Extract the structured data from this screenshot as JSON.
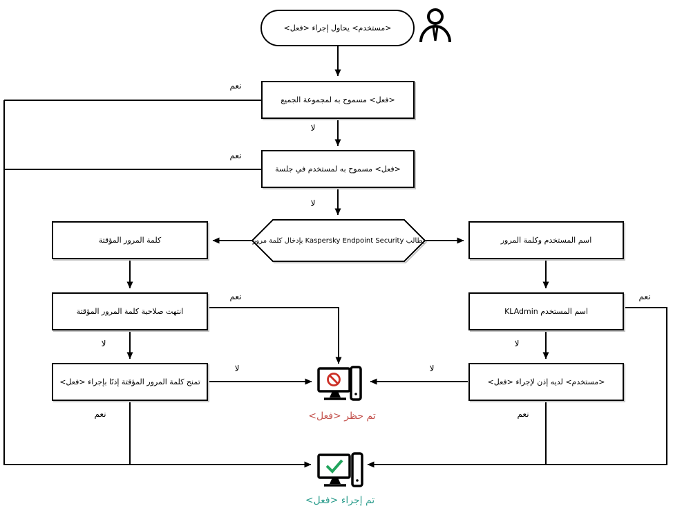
{
  "diagram": {
    "type": "flowchart",
    "language": "ar",
    "direction": "rtl"
  },
  "nodes": {
    "start": "<مستخدم> يحاول إجراء <فعل>",
    "allowed_for_everyone": "<فعل> مسموح به لمجموعة الجميع",
    "allowed_in_session": "<فعل> مسموح به لمستخدم في جلسة",
    "password_prompt": "يطالب Kaspersky Endpoint Security بإدخال كلمة مرور",
    "temp_password": "كلمة المرور المؤقتة",
    "username_password": "اسم المستخدم وكلمة المرور",
    "temp_password_expired": "انتهت صلاحية كلمة المرور المؤقتة",
    "username_kladmin": "اسم المستخدم KLAdmin",
    "temp_password_grants": "تمنح كلمة المرور المؤقتة إذنًا بإجراء <فعل>",
    "user_has_permission": "<مستخدم> لديه إذن لإجراء <فعل>"
  },
  "labels": {
    "yes": "نعم",
    "no": "لا"
  },
  "captions": {
    "blocked": "تم حظر <فعل>",
    "performed": "تم إجراء <فعل>"
  },
  "icons": {
    "person": "user-icon",
    "blocked_computer": "computer-blocked-icon",
    "performed_computer": "computer-success-icon"
  },
  "colors": {
    "line": "#000000",
    "box_shadow": "#c6c6c6",
    "blocked_text": "#c4524d",
    "performed_text": "#2e9e8e",
    "prohibition_sign": "#cc2f26",
    "check_mark": "#21a45d"
  }
}
